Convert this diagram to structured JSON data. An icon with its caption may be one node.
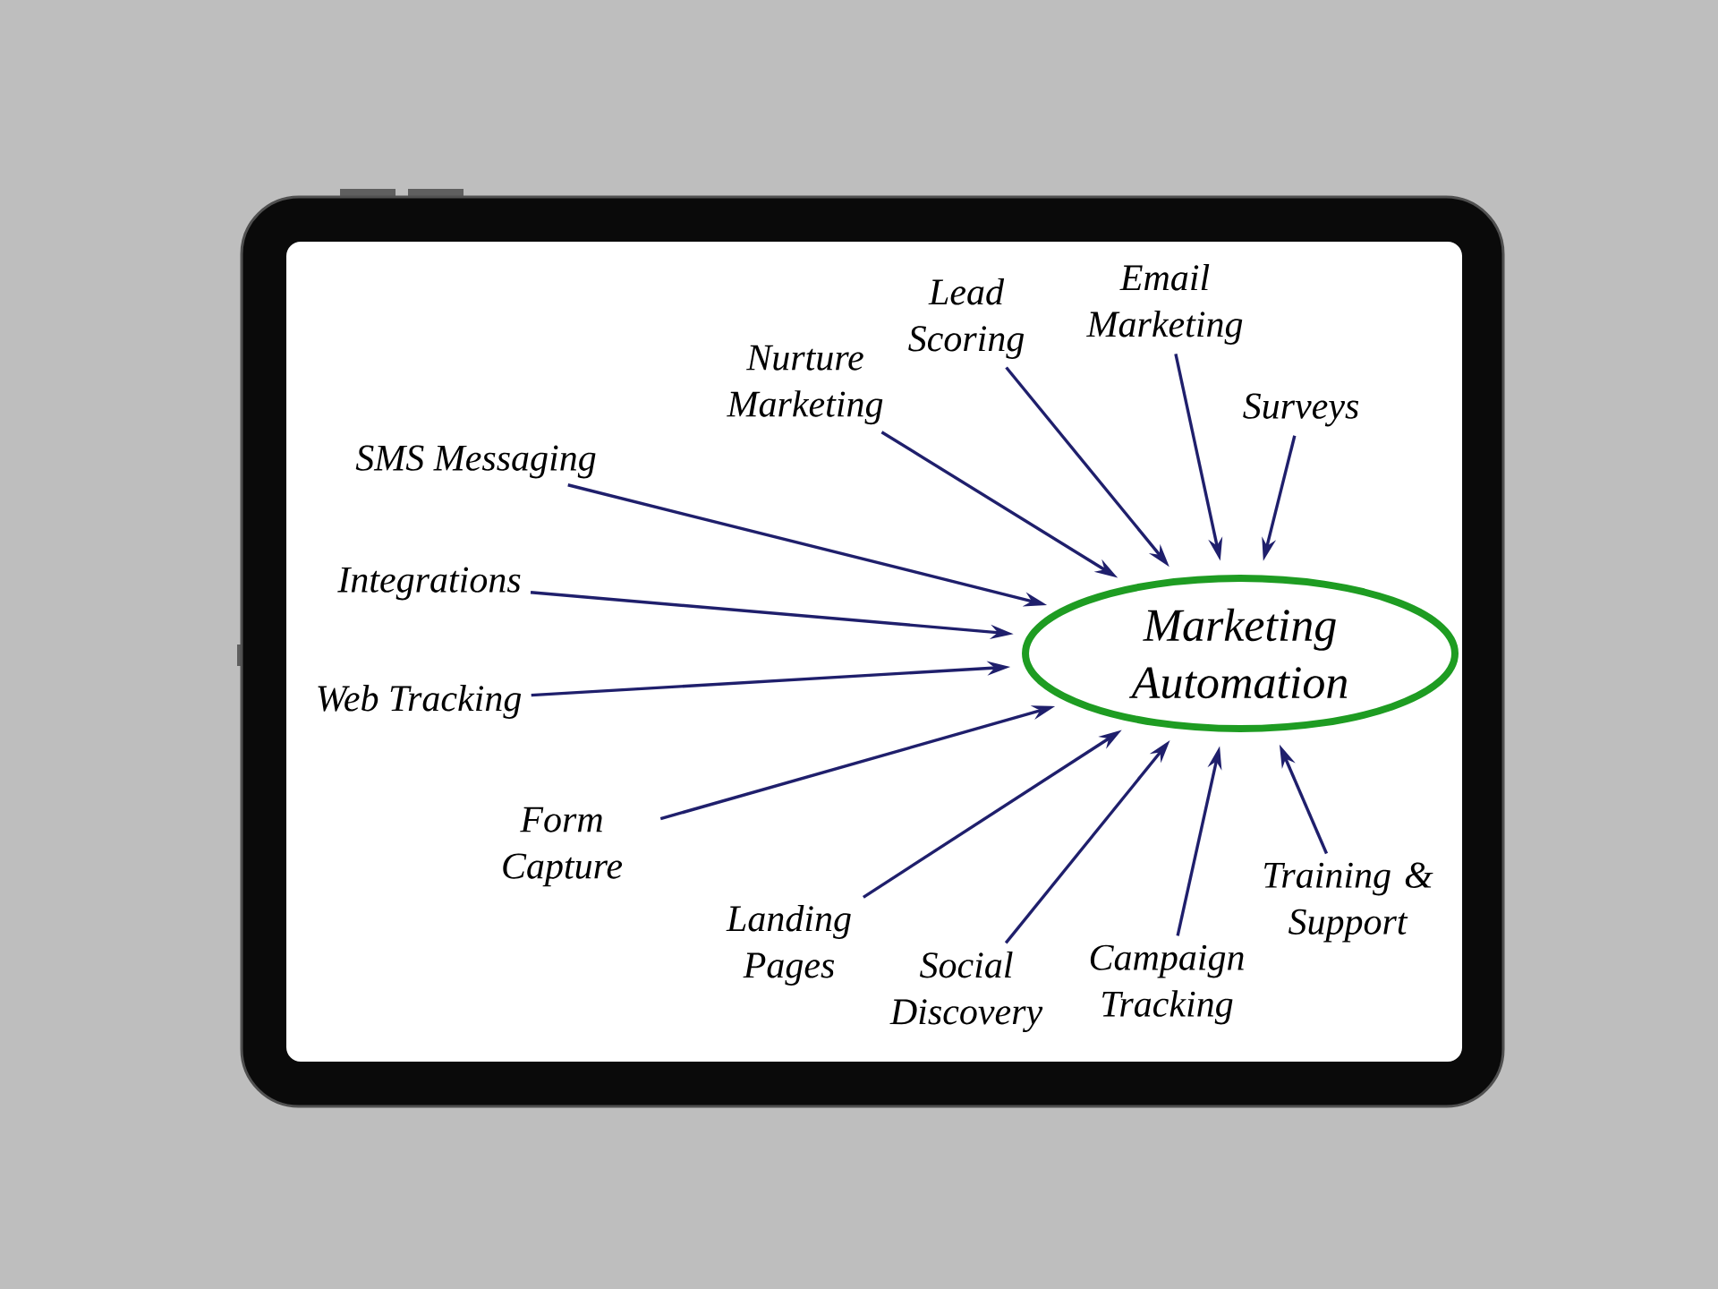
{
  "diagram": {
    "nodes": [
      {
        "text": [
          "Email Marketing"
        ]
      },
      {
        "text": [
          "Lead Scoring"
        ]
      },
      {
        "text": [
          "Nurture Marketing"
        ]
      },
      {
        "text": [
          "Surveys"
        ]
      },
      {
        "text": [
          "SMS Messaging"
        ]
      },
      {
        "text": [
          "Integrations"
        ]
      },
      {
        "text": [
          "Marketing Automation"
        ]
      },
      {
        "text": [
          "Web Tracking"
        ]
      },
      {
        "text": [
          "Form Capture"
        ]
      },
      {
        "text": [
          "Training & Support"
        ]
      },
      {
        "text": [
          "Landing Pages"
        ]
      },
      {
        "text": [
          "Campaign Tracking"
        ]
      },
      {
        "text": [
          "Social Discovery"
        ]
      }
    ],
    "edges": [
      {
        "from": 0,
        "to": 6,
        "arrow": "to"
      },
      {
        "from": 1,
        "to": 6,
        "arrow": "to"
      },
      {
        "from": 2,
        "to": 6,
        "arrow": "to"
      },
      {
        "from": 3,
        "to": 6,
        "arrow": "to"
      },
      {
        "from": 4,
        "to": 6,
        "arrow": "to"
      },
      {
        "from": 5,
        "to": 6,
        "arrow": "to"
      },
      {
        "from": 7,
        "to": 6,
        "arrow": "to"
      },
      {
        "from": 8,
        "to": 6,
        "arrow": "to"
      },
      {
        "from": 9,
        "to": 6,
        "arrow": "to"
      },
      {
        "from": 10,
        "to": 6,
        "arrow": "to"
      },
      {
        "from": 11,
        "to": 6,
        "arrow": "to"
      },
      {
        "from": 12,
        "to": 6,
        "arrow": "to"
      }
    ]
  }
}
